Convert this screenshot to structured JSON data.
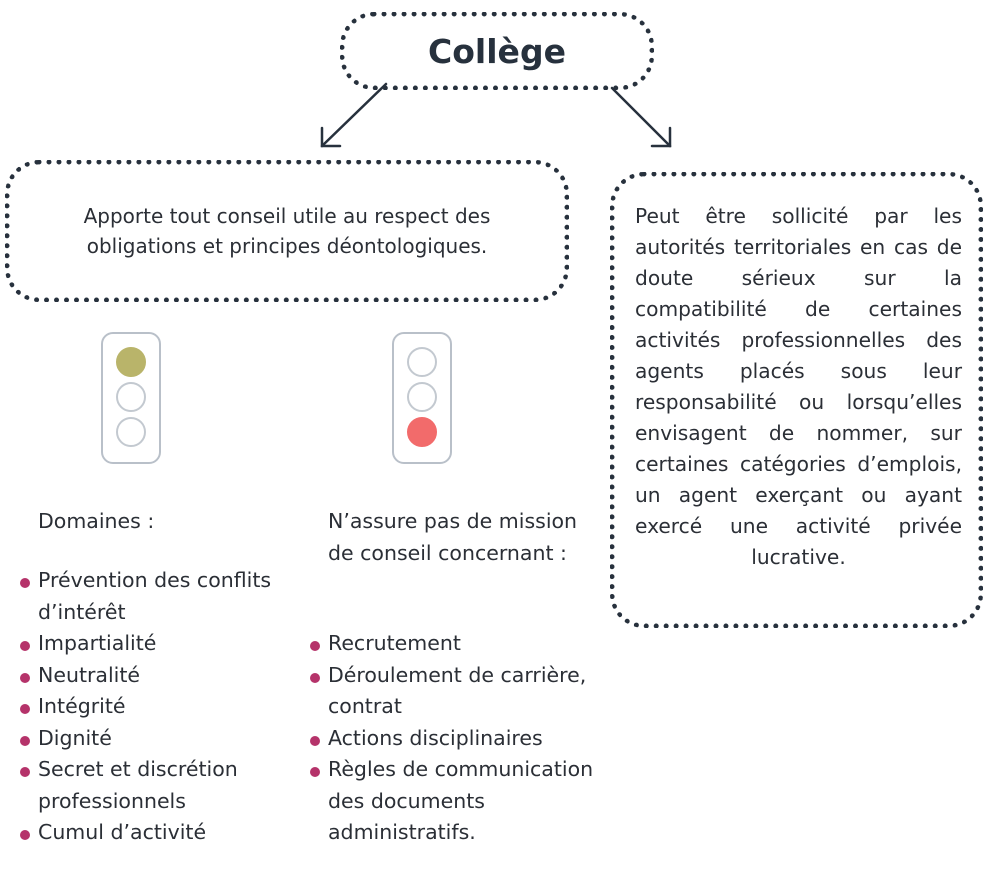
{
  "title": "Collège",
  "left_box": {
    "text": "Apporte tout conseil utile au respect des obligations et principes déontologiques."
  },
  "right_box": {
    "text": "Peut être sollicité par les autorités territoriales en cas de doute sérieux sur la compatibilité de certaines activités professionnelles des agents placés sous leur responsabilité ou lorsqu’elles envisagent de nommer, sur certaines catégories d’emplois, un agent exerçant ou ayant exercé une activité privée lucrative."
  },
  "colors": {
    "green_light": "#b9b46a",
    "red_light": "#f26b6b",
    "bullet": "#b5336a",
    "border": "#27313d"
  },
  "domains": {
    "heading": "Domaines :",
    "items": [
      "Prévention des conflits d’intérêt",
      "Impartialité",
      "Neutralité",
      "Intégrité",
      "Dignité",
      "Secret et discrétion professionnels",
      "Cumul d’activité"
    ]
  },
  "no_mission": {
    "heading": "N’assure pas de mission de conseil concernant :",
    "items": [
      "Recrutement",
      "Déroulement de carrière, contrat",
      "Actions disciplinaires",
      "Règles de communication des documents administratifs."
    ]
  }
}
